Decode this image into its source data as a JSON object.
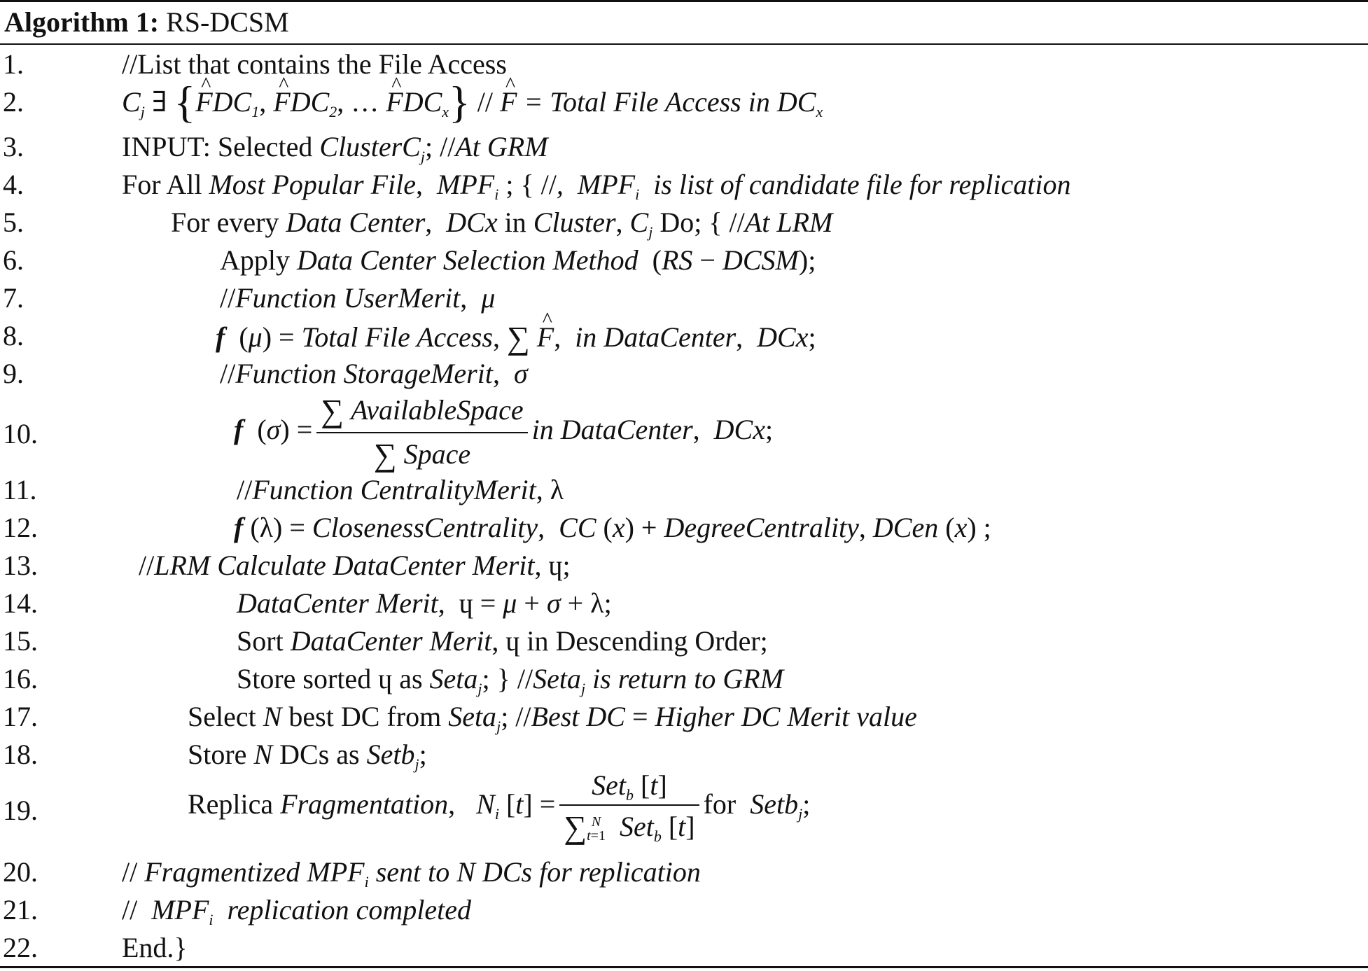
{
  "algorithm": {
    "caption_label": "Algorithm 1:",
    "caption_name": "RS-DCSM"
  },
  "lines": [
    {
      "num": "1.",
      "text": "//List that contains the File Access"
    },
    {
      "num": "2.",
      "text": "Cj ∃ {F̂DC1, F̂DC2, … F̂DCx} // F̂ = Total File Access in DCx"
    },
    {
      "num": "3.",
      "text": "INPUT: Selected ClusterCj; //At GRM"
    },
    {
      "num": "4.",
      "text": "For All Most Popular File, MPFi ; { //, MPFi is list of candidate file for replication"
    },
    {
      "num": "5.",
      "text": "For every Data Center, DCx in Cluster, Cj Do; { //At LRM"
    },
    {
      "num": "6.",
      "text": "Apply Data Center Selection Method (RS − DCSM);"
    },
    {
      "num": "7.",
      "text": "//Function UserMerit, μ"
    },
    {
      "num": "8.",
      "text": "f (μ) = Total File Access, ∑ F̂, in DataCenter, DCx;"
    },
    {
      "num": "9.",
      "text": "//Function StorageMerit, σ"
    },
    {
      "num": "10.",
      "text": "f (σ) = ∑ AvailableSpace / ∑ Space in DataCenter, DCx;"
    },
    {
      "num": "11.",
      "text": "//Function CentralityMerit, λ"
    },
    {
      "num": "12.",
      "text": "f (λ) = ClosenessCentrality, CC (x) + DegreeCentrality, DCen (x) ;"
    },
    {
      "num": "13.",
      "text": "//LRM Calculate DataCenter Merit, ɥ;"
    },
    {
      "num": "14.",
      "text": "DataCenter Merit, ɥ = μ + σ + λ;"
    },
    {
      "num": "15.",
      "text": "Sort DataCenter Merit, ɥ in Descending Order;"
    },
    {
      "num": "16.",
      "text": "Store sorted ɥ as Setaj; } //Setaj is return to GRM"
    },
    {
      "num": "17.",
      "text": "Select N best DC from Setaj; //Best DC = Higher DC Merit value"
    },
    {
      "num": "18.",
      "text": "Store N DCs as Setbj;"
    },
    {
      "num": "19.",
      "text": "Replica Fragmentation, Ni [t] = Setb [t] / ∑t=1N Setb [t] for Setbj;"
    },
    {
      "num": "20.",
      "text": "// Fragmentized MPFi sent to N DCs for replication"
    },
    {
      "num": "21.",
      "text": "// MPFi replication completed"
    },
    {
      "num": "22.",
      "text": "End.}"
    }
  ]
}
